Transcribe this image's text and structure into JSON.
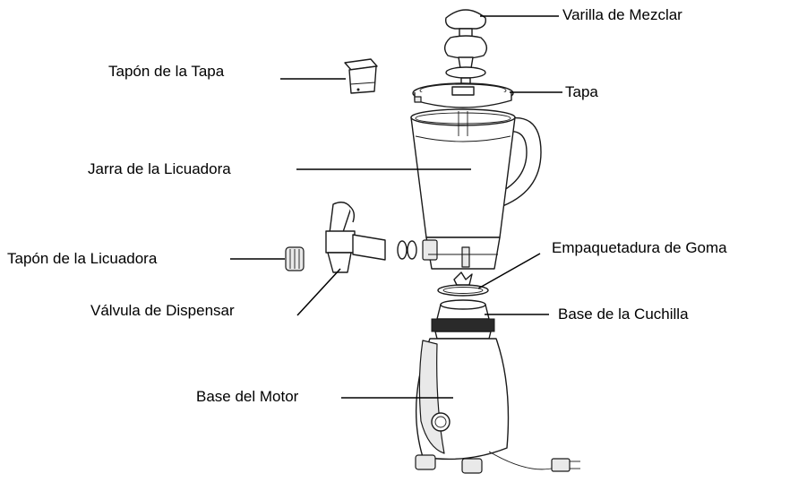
{
  "labels": {
    "mixing_rod": "Varilla de Mezclar",
    "lid_cap": "Tapón de la Tapa",
    "lid": "Tapa",
    "blender_jar": "Jarra de la Licuadora",
    "blender_cap": "Tapón de la Licuadora",
    "rubber_gasket": "Empaquetadura de Goma",
    "dispensing_valve": "Válvula de Dispensar",
    "blade_base": "Base de la Cuchilla",
    "motor_base": "Base del Motor"
  }
}
